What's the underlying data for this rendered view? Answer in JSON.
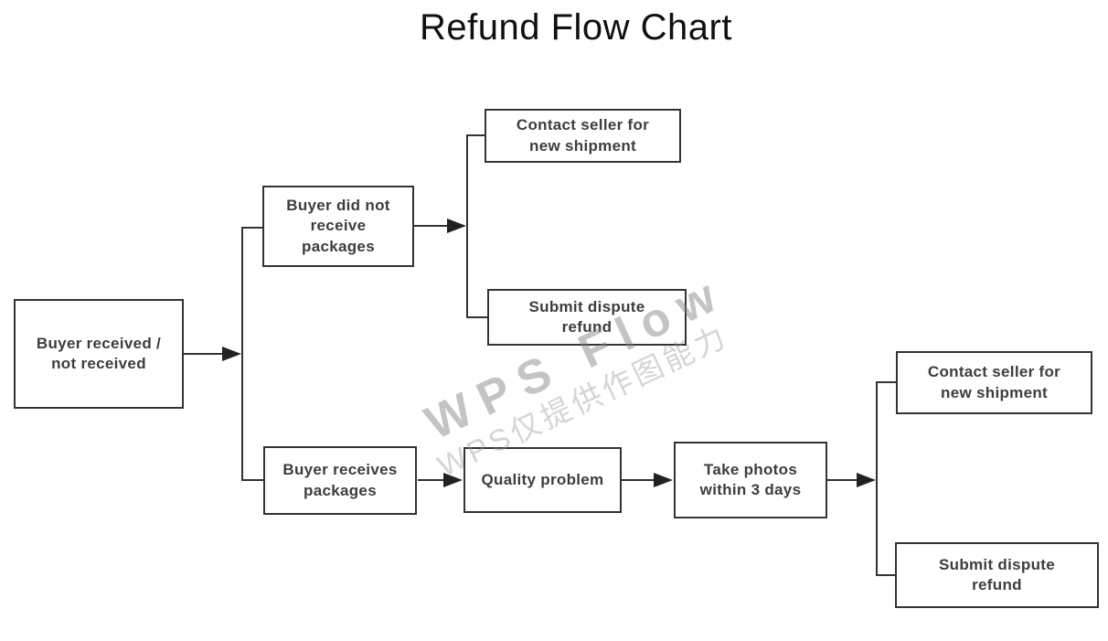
{
  "title": "Refund Flow Chart",
  "watermark": {
    "line1": "WPS Flow",
    "line2": "WPS仅提供作图能力"
  },
  "nodes": {
    "buyer_received": {
      "label": "Buyer received /\nnot received"
    },
    "buyer_did_not_receive": {
      "label": "Buyer did not\nreceive\npackages"
    },
    "contact_seller_top": {
      "label": "Contact seller for\nnew shipment"
    },
    "submit_dispute_top": {
      "label": "Submit dispute\nrefund"
    },
    "buyer_receives": {
      "label": "Buyer receives\npackages"
    },
    "quality_problem": {
      "label": "Quality problem"
    },
    "take_photos": {
      "label": "Take photos\nwithin 3 days"
    },
    "contact_seller_right": {
      "label": "Contact seller for\nnew shipment"
    },
    "submit_dispute_right": {
      "label": "Submit dispute\nrefund"
    }
  },
  "colors": {
    "background": "#ffffff",
    "box_border": "#333333",
    "box_text": "#3d3d3d",
    "connector_line": "#333333",
    "arrowhead": "#222222",
    "title_text": "#101010",
    "watermark_gray": "#7d7d7d"
  }
}
